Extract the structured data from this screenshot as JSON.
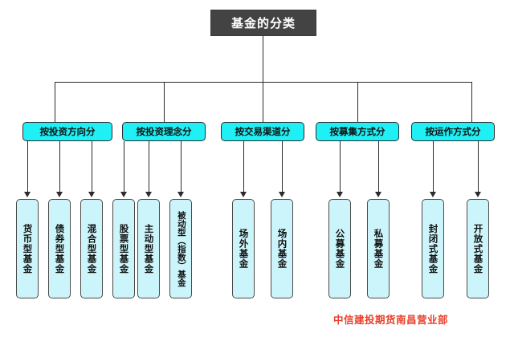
{
  "diagram": {
    "title": "基金的分类",
    "colors": {
      "root_fill": "#434343",
      "root_text": "#ffffff",
      "category_fill": "#1ff0f5",
      "leaf_fill": "#ccf5fb",
      "line": "#2b2b2b",
      "footer_text": "#e8412c",
      "background": "#ffffff"
    },
    "categories": [
      {
        "label": "按投资方向分",
        "children": [
          {
            "label": "货币型基金"
          },
          {
            "label": "债券型基金"
          },
          {
            "label": "混合型基金"
          },
          {
            "label": "股票型基金"
          }
        ]
      },
      {
        "label": "按投资理念分",
        "children": [
          {
            "label": "主动型基金"
          },
          {
            "label": "被动型（指数）基金"
          }
        ]
      },
      {
        "label": "按交易渠道分",
        "children": [
          {
            "label": "场外基金"
          },
          {
            "label": "场内基金"
          }
        ]
      },
      {
        "label": "按募集方式分",
        "children": [
          {
            "label": "公募基金"
          },
          {
            "label": "私募基金"
          }
        ]
      },
      {
        "label": "按运作方式分",
        "children": [
          {
            "label": "封闭式基金"
          },
          {
            "label": "开放式基金"
          }
        ]
      }
    ],
    "footer": "中信建投期货南昌营业部"
  }
}
